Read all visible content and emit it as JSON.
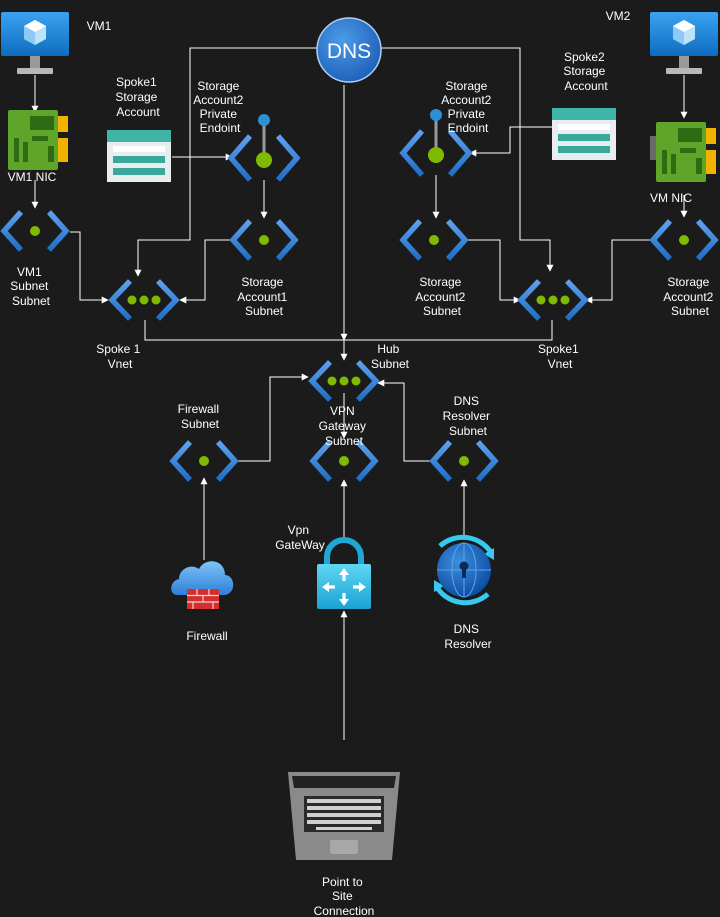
{
  "nodes": {
    "vm1": {
      "label": "VM1"
    },
    "vm2": {
      "label": "VM2"
    },
    "dns": {
      "label": "DNS"
    },
    "vm1_nic": {
      "label": "VM1 NIC"
    },
    "vm_nic": {
      "label": "VM NIC"
    },
    "spoke1_storage": {
      "label": [
        "Spoke1",
        "Storage",
        "Account"
      ]
    },
    "spoke2_storage": {
      "label": [
        "Spoke2",
        "Storage",
        "Account"
      ]
    },
    "pe_left": {
      "label": [
        "Storage",
        "Account2",
        "Private",
        "Endoint"
      ]
    },
    "pe_right": {
      "label": [
        "Storage",
        "Account2",
        "Private",
        "Endoint"
      ]
    },
    "vm1_subnet": {
      "label": [
        "VM1",
        "Subnet",
        "Subnet"
      ]
    },
    "storage1_subnet": {
      "label": [
        "Storage",
        "Account1",
        "Subnet"
      ]
    },
    "storage2_subnet_mid": {
      "label": [
        "Storage",
        "Account2",
        "Subnet"
      ]
    },
    "storage2_subnet_right": {
      "label": [
        "Storage",
        "Account2",
        "Subnet"
      ]
    },
    "spoke1_vnet_left": {
      "label": [
        "Spoke 1",
        "Vnet"
      ]
    },
    "spoke1_vnet_right": {
      "label": [
        "Spoke1",
        "Vnet"
      ]
    },
    "hub_subnet": {
      "label": [
        "Hub",
        "Subnet"
      ]
    },
    "vpn_gateway_subnet": {
      "label": [
        "VPN",
        "Gateway",
        "Subnet"
      ]
    },
    "firewall_subnet": {
      "label": [
        "Firewall",
        "Subnet"
      ]
    },
    "dns_resolver_subnet": {
      "label": [
        "DNS",
        "Resolver",
        "Subnet"
      ]
    },
    "vpn_gateway": {
      "label": [
        "Vpn",
        "GateWay"
      ]
    },
    "firewall": {
      "label": "Firewall"
    },
    "dns_resolver": {
      "label": [
        "DNS",
        "Resolver"
      ]
    },
    "p2s": {
      "label": [
        "Point to",
        "Site",
        "Connection"
      ]
    }
  },
  "colors": {
    "background": "#1b1b1b",
    "lines": "#ffffff",
    "chevron_light": "#5ea0ef",
    "chevron_dark": "#1f6fc5",
    "dot": "#7fba00",
    "dns_blue": "#2b78d4",
    "nic_green": "#5ea529",
    "monitor_blue": "#1d8ce0",
    "firewall_red": "#d62d2d",
    "lock_cyan": "#37c2e8",
    "laptop_gray": "#7d7d7d"
  },
  "icons": {
    "vm": "virtual-machine-icon",
    "nic": "network-interface-icon",
    "storage": "storage-account-icon",
    "private_endpoint": "private-endpoint-icon",
    "subnet": "subnet-icon",
    "vnet": "virtual-network-icon",
    "dns": "dns-zone-icon",
    "firewall": "firewall-icon",
    "vpn_gateway": "vpn-gateway-lock-icon",
    "dns_resolver": "dns-resolver-globe-icon",
    "laptop": "laptop-client-icon"
  }
}
